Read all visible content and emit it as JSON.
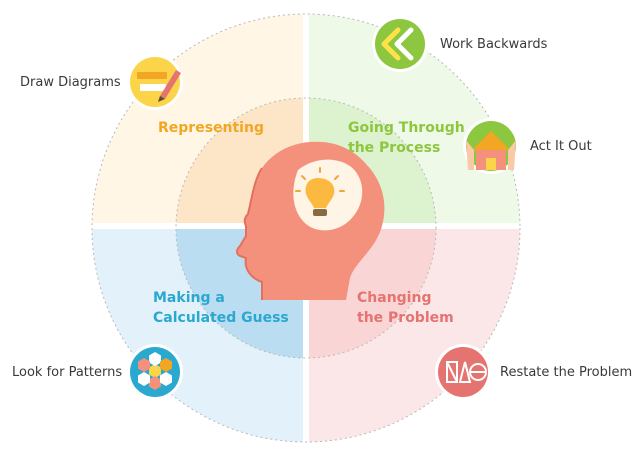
{
  "quadrants": {
    "top_left": {
      "label": "Representing",
      "color": "#F2A623"
    },
    "top_right": {
      "line1": "Going Through",
      "line2": "the Process",
      "color": "#8DC63F"
    },
    "bottom_left": {
      "line1": "Making a",
      "line2": "Calculated Guess",
      "color": "#29A8D0"
    },
    "bottom_right": {
      "line1": "Changing",
      "line2": "the Problem",
      "color": "#E5736F"
    }
  },
  "strategies": {
    "draw_diagrams": {
      "label": "Draw Diagrams",
      "icon": "pencil-ruler-icon"
    },
    "work_backwards": {
      "label": "Work Backwards",
      "icon": "double-chevron-left-icon"
    },
    "act_it_out": {
      "label": "Act It Out",
      "icon": "house-hands-icon"
    },
    "look_for_patterns": {
      "label": "Look for Patterns",
      "icon": "hexagon-pattern-icon"
    },
    "restate_the_problem": {
      "label": "Restate the Problem",
      "icon": "shapes-icon"
    }
  },
  "center": {
    "icon": "head-lightbulb-icon"
  }
}
